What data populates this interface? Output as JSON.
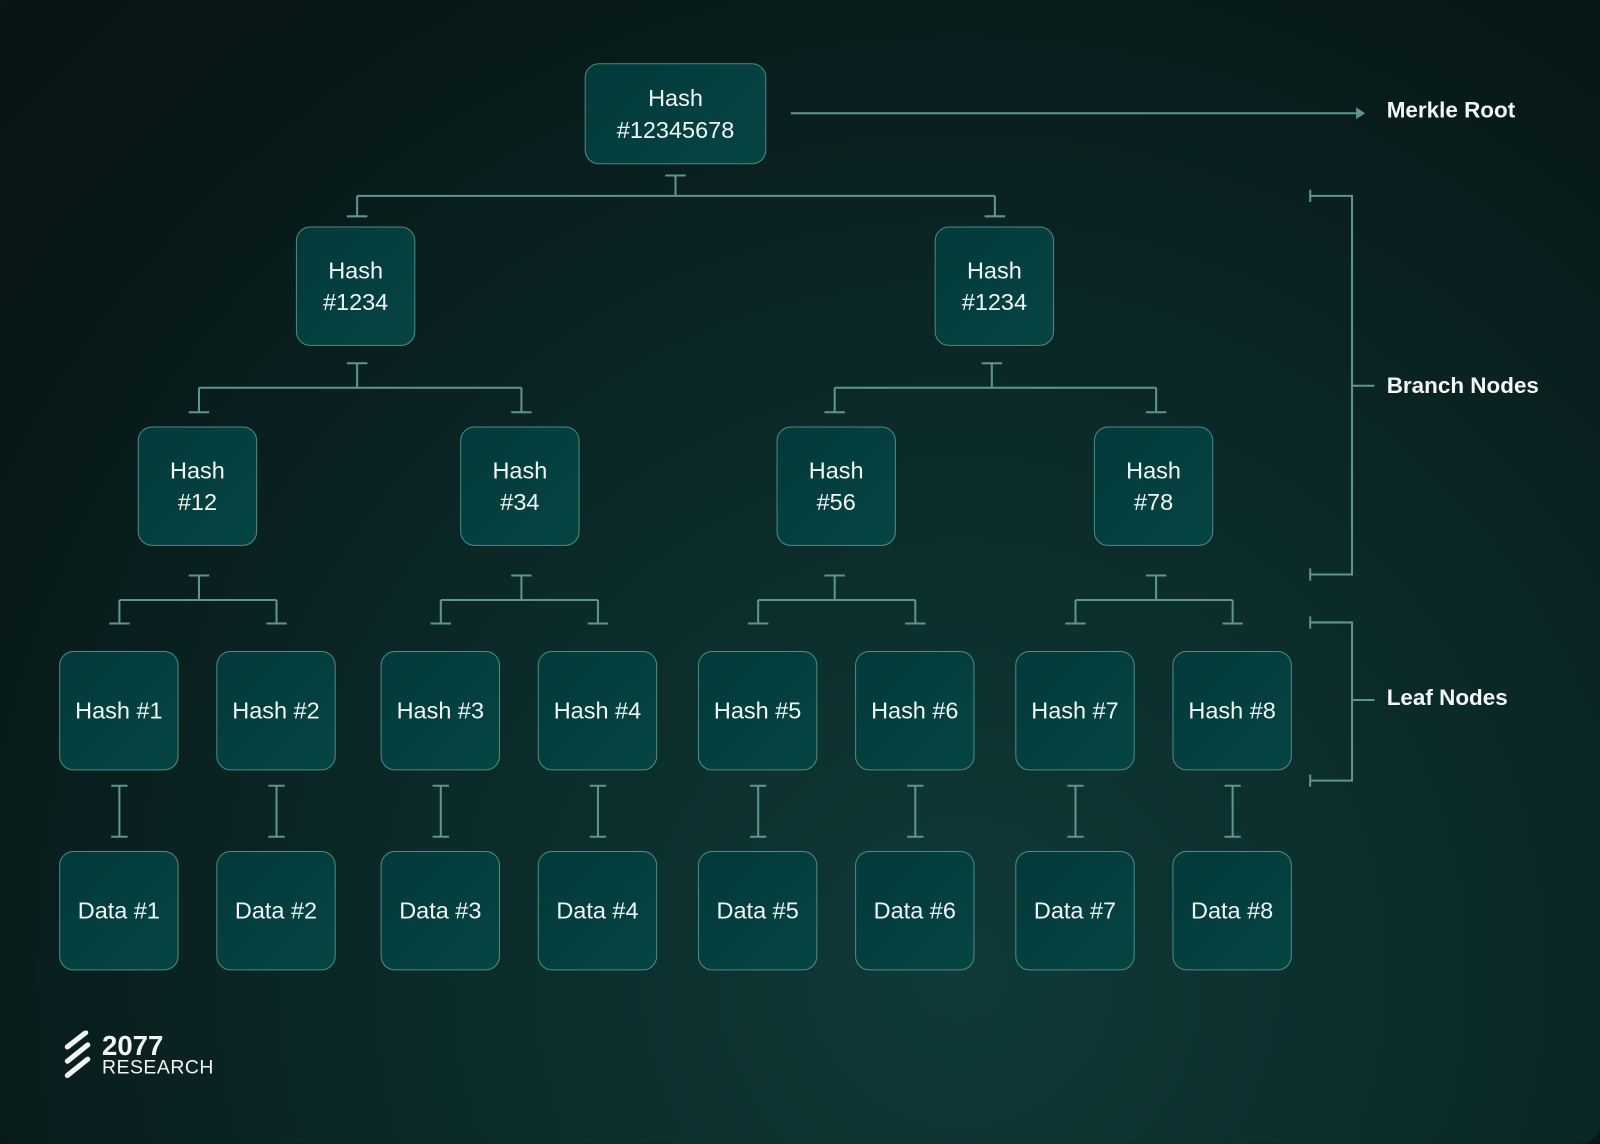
{
  "root": {
    "line1": "Hash",
    "line2": "#12345678"
  },
  "branches_l1": [
    {
      "line1": "Hash",
      "line2": "#1234"
    },
    {
      "line1": "Hash",
      "line2": "#1234"
    }
  ],
  "branches_l2": [
    {
      "line1": "Hash",
      "line2": "#12"
    },
    {
      "line1": "Hash",
      "line2": "#34"
    },
    {
      "line1": "Hash",
      "line2": "#56"
    },
    {
      "line1": "Hash",
      "line2": "#78"
    }
  ],
  "leaves": [
    "Hash #1",
    "Hash #2",
    "Hash #3",
    "Hash #4",
    "Hash #5",
    "Hash #6",
    "Hash #7",
    "Hash #8"
  ],
  "data": [
    "Data #1",
    "Data #2",
    "Data #3",
    "Data #4",
    "Data #5",
    "Data #6",
    "Data #7",
    "Data #8"
  ],
  "labels": {
    "merkle_root": "Merkle Root",
    "branch_nodes": "Branch Nodes",
    "leaf_nodes": "Leaf Nodes"
  },
  "logo": {
    "number": "2077",
    "word": "RESEARCH"
  }
}
